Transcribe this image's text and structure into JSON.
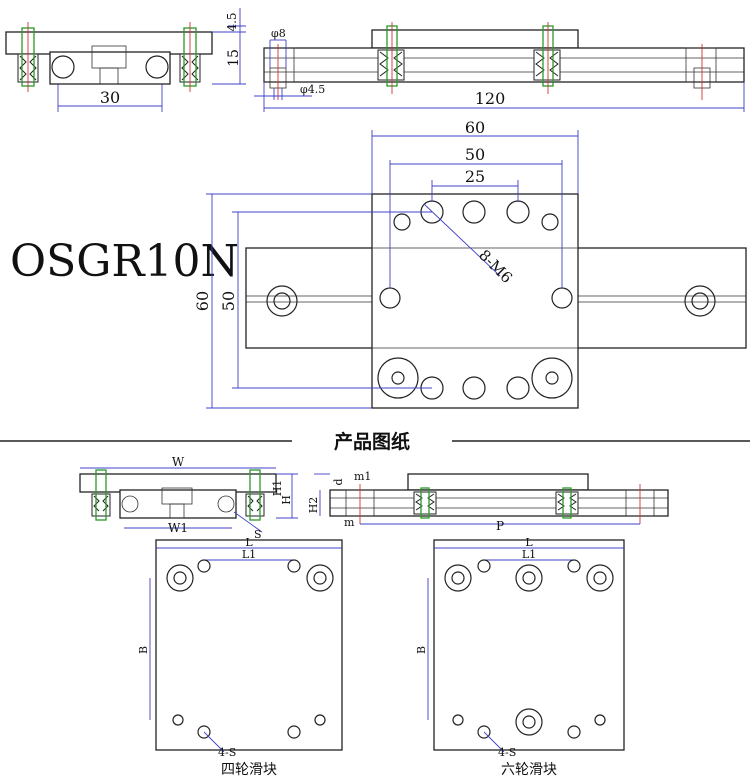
{
  "model": "OSGR10N",
  "section_title": "产品图纸",
  "top_left": {
    "dim_30": "30",
    "dim_4_5": "4.5",
    "dim_15": "15"
  },
  "top_right": {
    "dim_phi8": "φ8",
    "dim_phi4_5": "φ4.5",
    "dim_120": "120"
  },
  "plan": {
    "dim_60_top": "60",
    "dim_50_top": "50",
    "dim_25": "25",
    "dim_60_left": "60",
    "dim_50_left": "50",
    "hole_label": "8-M6"
  },
  "generic": {
    "W": "W",
    "W1": "W1",
    "H": "H",
    "H1": "H1",
    "H2": "H2",
    "d": "d",
    "m1": "m1",
    "m": "m",
    "P": "P",
    "L": "L",
    "L1": "L1",
    "B": "B",
    "S": "S",
    "S4": "4-S"
  },
  "captions": {
    "four_wheel": "四轮滑块",
    "six_wheel": "六轮滑块"
  },
  "colors": {
    "dimension": "#4040c8",
    "centerline": "#d23030",
    "bolt": "#2a9a2a"
  }
}
